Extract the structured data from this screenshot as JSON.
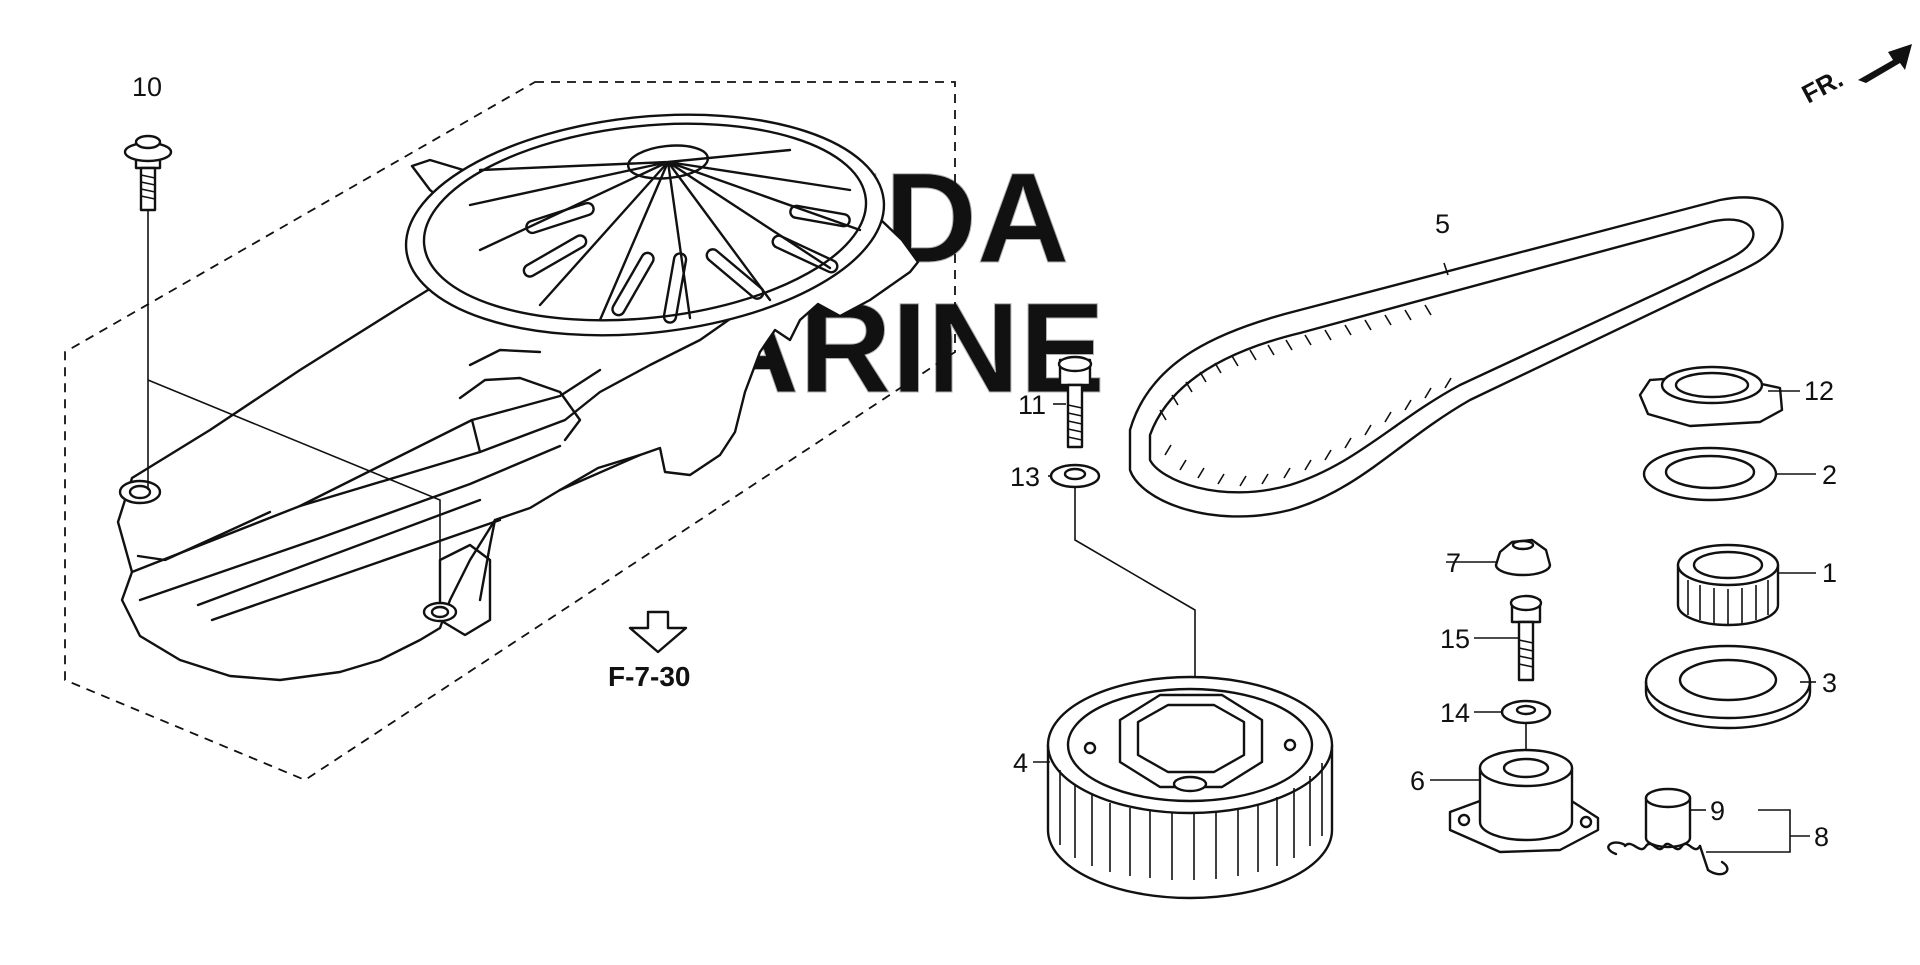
{
  "watermark": {
    "line1": "HONDA",
    "line2": "MARINE"
  },
  "front_marker": {
    "label": "FR."
  },
  "reference": {
    "label": "F-7-30"
  },
  "callouts": {
    "c1": "1",
    "c2": "2",
    "c3": "3",
    "c4": "4",
    "c5": "5",
    "c6": "6",
    "c7": "7",
    "c8": "8",
    "c9": "9",
    "c10": "10",
    "c11": "11",
    "c12": "12",
    "c13": "13",
    "c14": "14",
    "c15": "15"
  },
  "colors": {
    "ink": "#111111",
    "watermark": "#9a9a9a",
    "background": "#ffffff"
  }
}
